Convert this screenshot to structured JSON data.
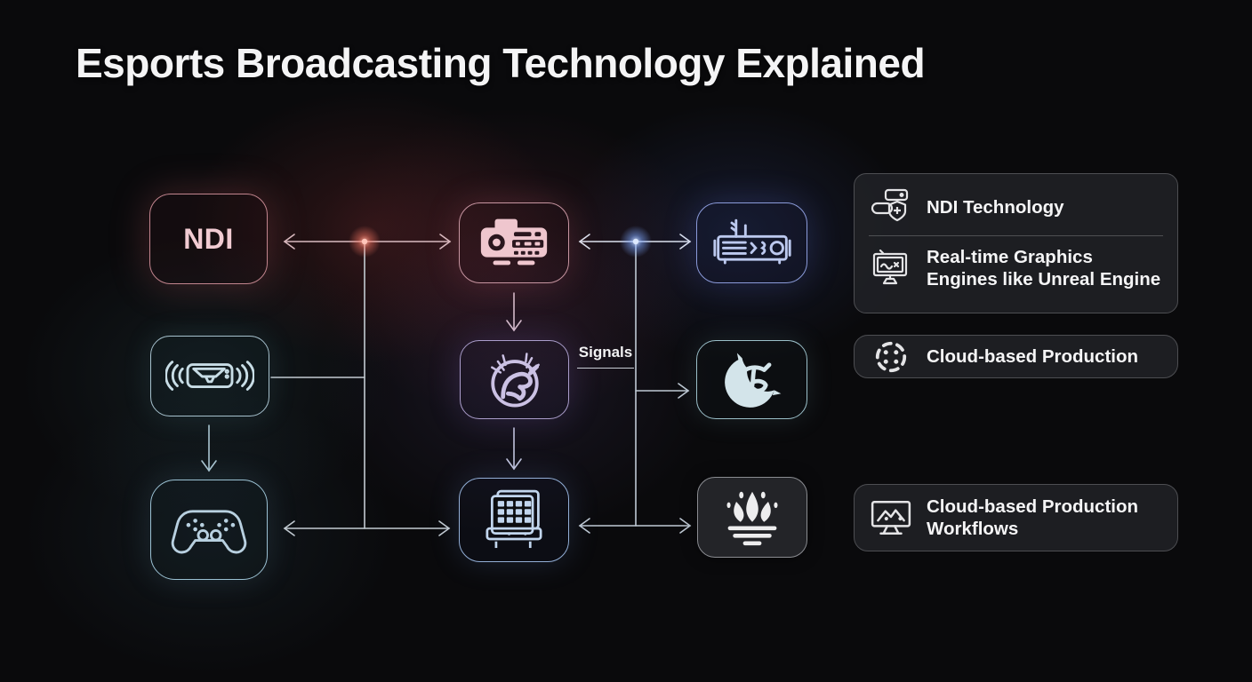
{
  "title": "Esports Broadcasting Technology Explained",
  "diagram": {
    "nodes": [
      {
        "id": "ndi",
        "label": "NDI",
        "icon": "ndi-wordmark",
        "accent": "#c2858e"
      },
      {
        "id": "broadcast-camera",
        "icon": "broadcast-camera-icon",
        "accent": "#c795a1"
      },
      {
        "id": "media-router",
        "icon": "media-router-icon",
        "accent": "#8b9bda"
      },
      {
        "id": "audio-device",
        "icon": "speaker-waves-icon",
        "accent": "#a6c1cd"
      },
      {
        "id": "engine-emblem-purple",
        "icon": "antler-emblem-icon",
        "accent": "#aa9dcb"
      },
      {
        "id": "engine-emblem-teal",
        "icon": "crescent-emblem-icon",
        "accent": "#9bbfc9"
      },
      {
        "id": "game-controller",
        "icon": "gamepad-icon",
        "accent": "#9bc1d3"
      },
      {
        "id": "video-switcher",
        "icon": "switcher-grid-icon",
        "accent": "#93afd7"
      },
      {
        "id": "esports-crown",
        "icon": "crown-icon",
        "accent": "#8a8c91"
      }
    ],
    "edge_label": "Signals"
  },
  "legend": {
    "groups": [
      {
        "items": [
          {
            "icon": "ndi-devices-icon",
            "label": "NDI Technology"
          },
          {
            "icon": "graphics-monitor-icon",
            "label": "Real-time Graphics Engines like Unreal Engine"
          }
        ]
      },
      {
        "items": [
          {
            "icon": "dashed-circle-icon",
            "label": "Cloud-based Production"
          }
        ]
      },
      {
        "items": [
          {
            "icon": "workflow-monitor-icon",
            "label": "Cloud-based Production Workflows"
          }
        ]
      }
    ]
  },
  "colors": {
    "background": "#0a0a0c",
    "title_text": "#f4f4f5",
    "legend_text": "#f5f5f6",
    "pink_accent": "#d8a3ad",
    "blue_accent": "#8b9bda",
    "teal_accent": "#a6c1cd",
    "purple_accent": "#aa9dcb",
    "line_color": "#c3cbd2",
    "red_junction_glow": "#ff8d7a",
    "blue_junction_glow": "#8fb4ff"
  }
}
